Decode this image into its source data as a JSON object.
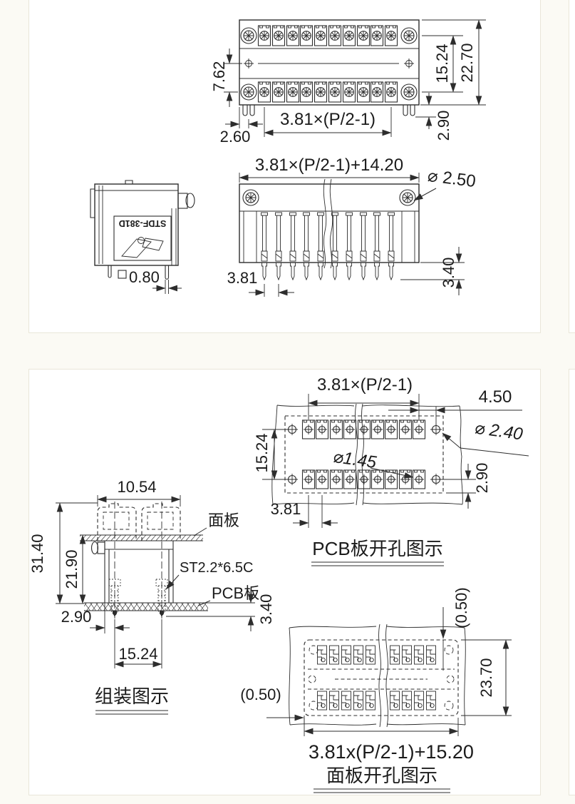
{
  "colors": {
    "page_bg": "#fbfaf4",
    "panel_bg": "#ffffff",
    "panel_border": "#e9e6d9",
    "line": "#2d2d2d"
  },
  "p1": {
    "top": {
      "d762": "7.62",
      "d1524": "15.24",
      "d2270": "22.70",
      "d290": "2.90",
      "d260": "2.60",
      "dpitch": "3.81×(P/2-1)"
    },
    "side": {
      "model": "STDF-381D",
      "d080": "0.80"
    },
    "front": {
      "dtotal": "3.81×(P/2-1)+14.20",
      "ddia": "⌀ 2.50",
      "d381": "3.81",
      "d340": "3.40"
    }
  },
  "p2": {
    "pcb": {
      "dpitch": "3.81×(P/2-1)",
      "d450": "4.50",
      "ddia240": "⌀ 2.40",
      "ddia145": "⌀1.45",
      "d1524": "15.24",
      "d290": "2.90",
      "d381": "3.81",
      "caption": "PCB板开孔图示"
    },
    "asm": {
      "d1054": "10.54",
      "d3140": "31.40",
      "d2190": "21.90",
      "lpanel": "面板",
      "lscrew": "ST2.2*6.5C",
      "lpcb": "PCB板",
      "d290": "2.90",
      "d1524": "15.24",
      "d340": "3.40",
      "caption": "组装图示"
    },
    "cut": {
      "d050l": "(0.50)",
      "d050t": "(0.50)",
      "d2370": "23.70",
      "dtotal": "3.81x(P/2-1)+15.20",
      "caption": "面板开孔图示"
    }
  }
}
